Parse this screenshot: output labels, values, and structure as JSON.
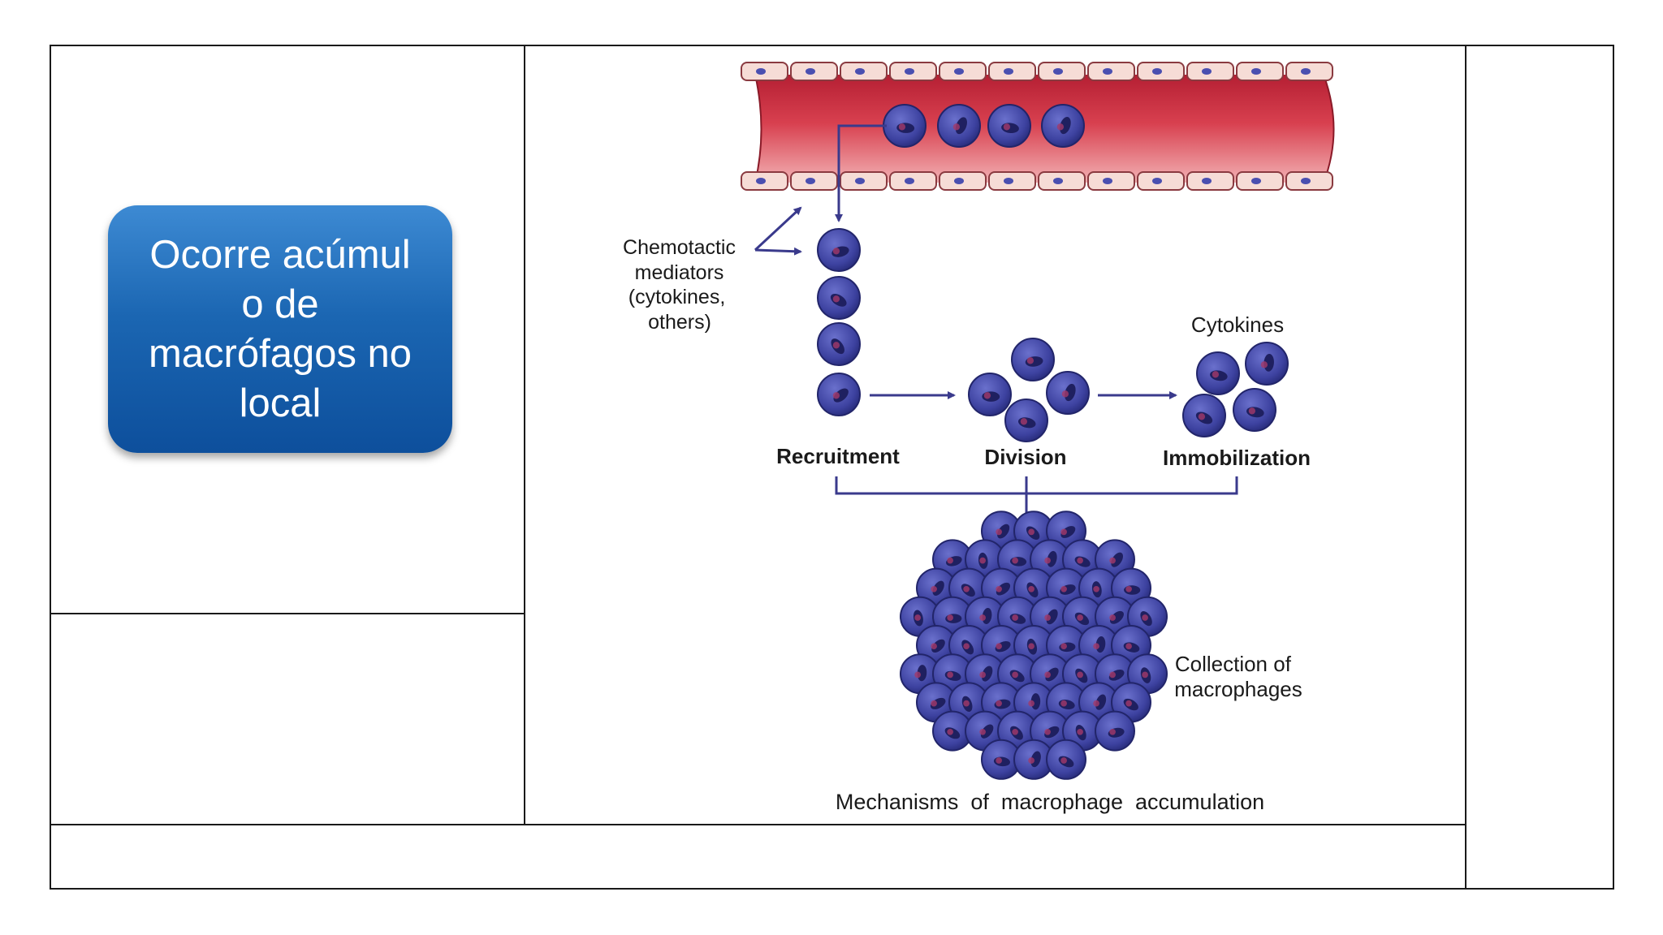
{
  "callout": {
    "text": "Ocorre acúmul\no de\nmacrófagos no\nlocal"
  },
  "diagram": {
    "chemotactic_label": [
      "Chemotactic",
      "mediators",
      "(cytokines,",
      "others)"
    ],
    "cytokines_label": "Cytokines",
    "recruitment_label": "Recruitment",
    "division_label": "Division",
    "immobilization_label": "Immobilization",
    "collection_label": [
      "Collection of",
      "macrophages"
    ],
    "caption": "Mechanisms  of  macrophage  accumulation"
  },
  "colors": {
    "cell_fill": "#4a4fb0",
    "cell_dark": "#2a2d7a",
    "vessel_red": "#c8283a",
    "vessel_wall": "#f3d6d3",
    "arrow": "#3a3a8c",
    "callout_blue": "#1b66b2"
  }
}
